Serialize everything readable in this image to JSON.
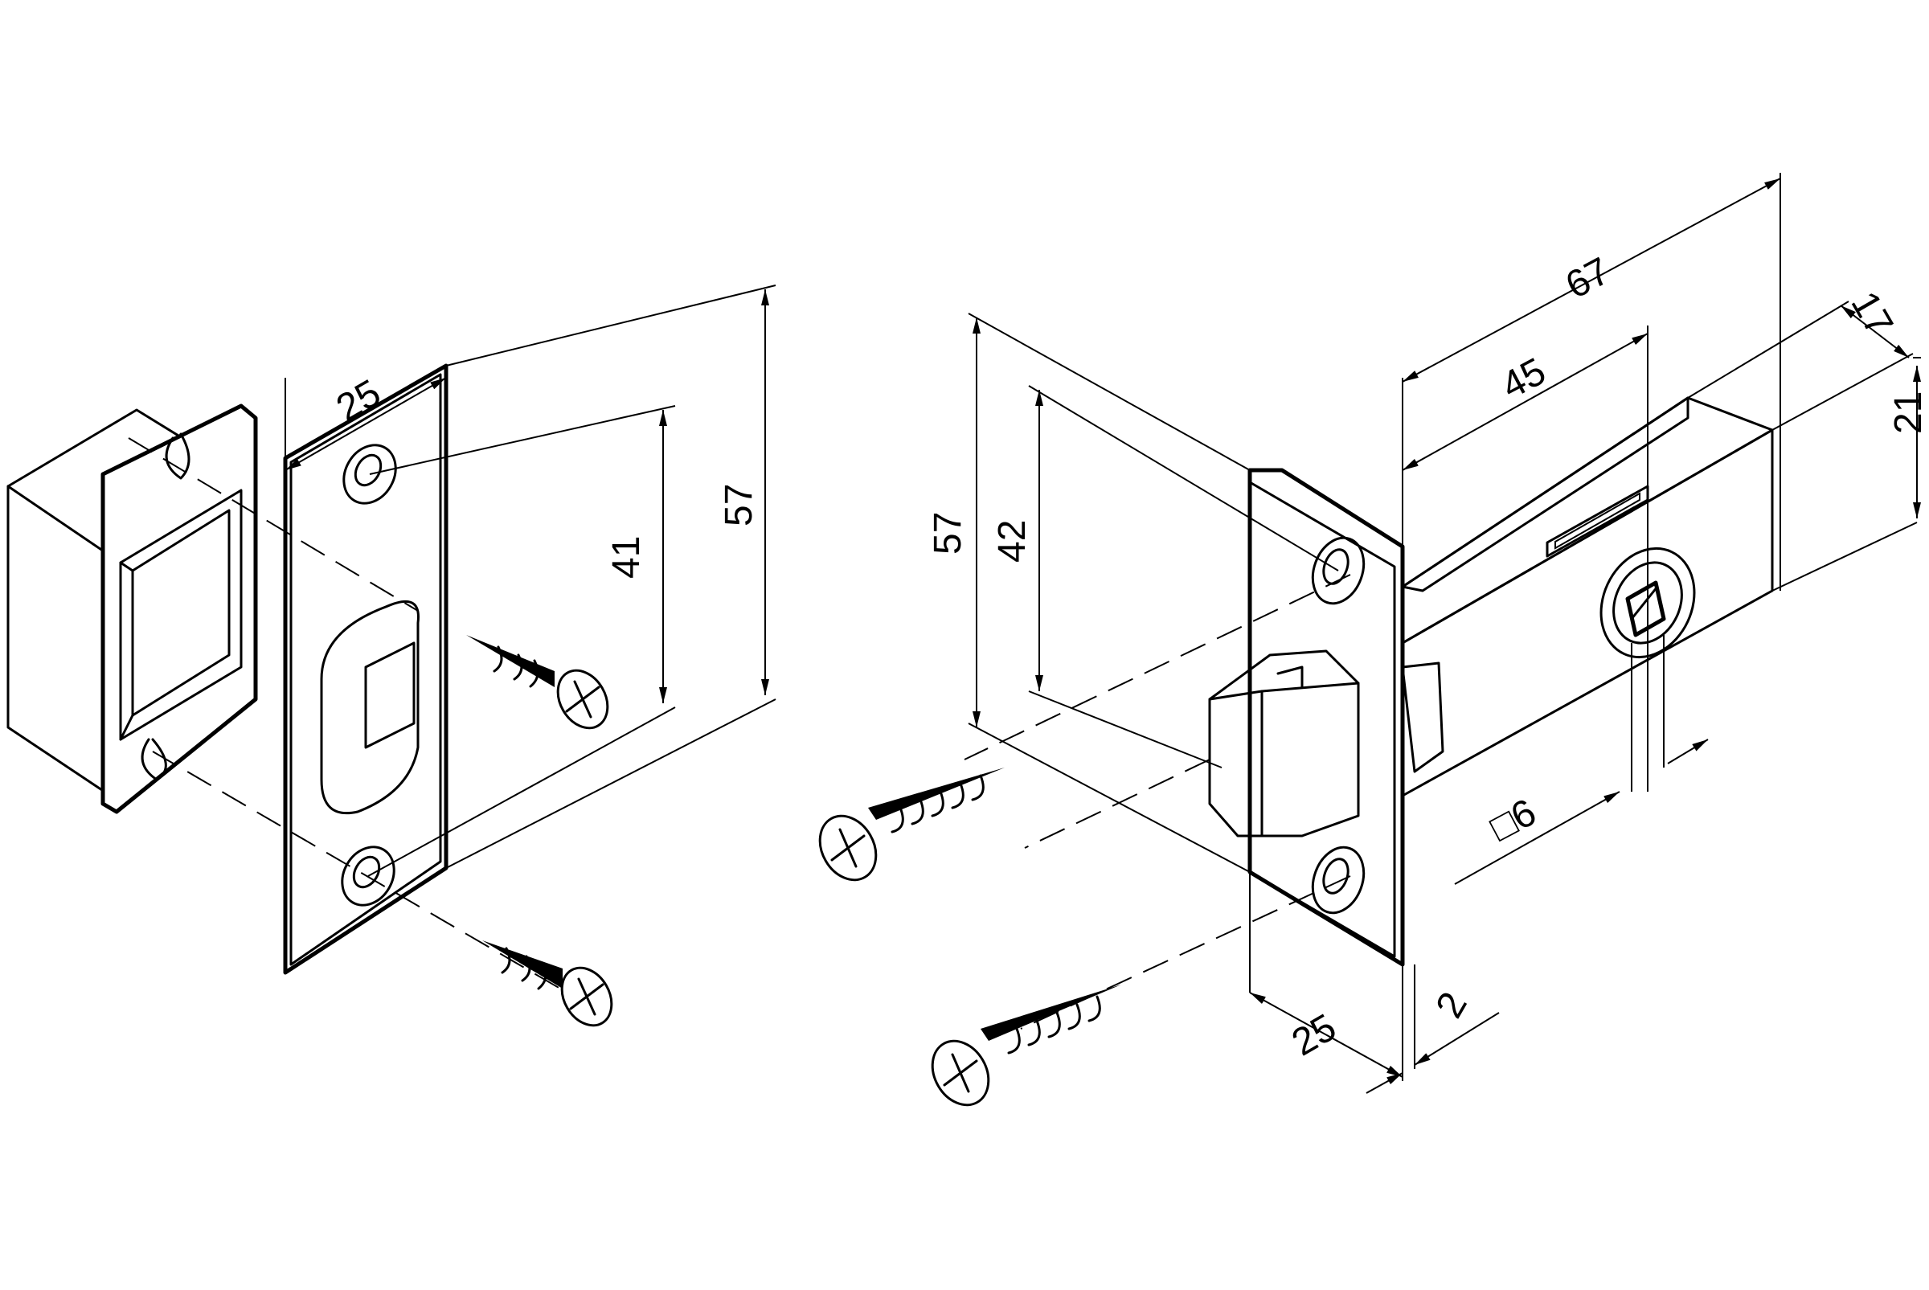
{
  "dimensions": {
    "strike_width": "25",
    "strike_hole_spacing": "41",
    "strike_height": "57",
    "latch_plate_height": "57",
    "latch_hole_spacing": "42",
    "backset_total": "67",
    "backset": "45",
    "case_depth": "17",
    "case_height": "21",
    "spindle_square": "□6",
    "faceplate_width": "25",
    "faceplate_thickness": "2"
  }
}
